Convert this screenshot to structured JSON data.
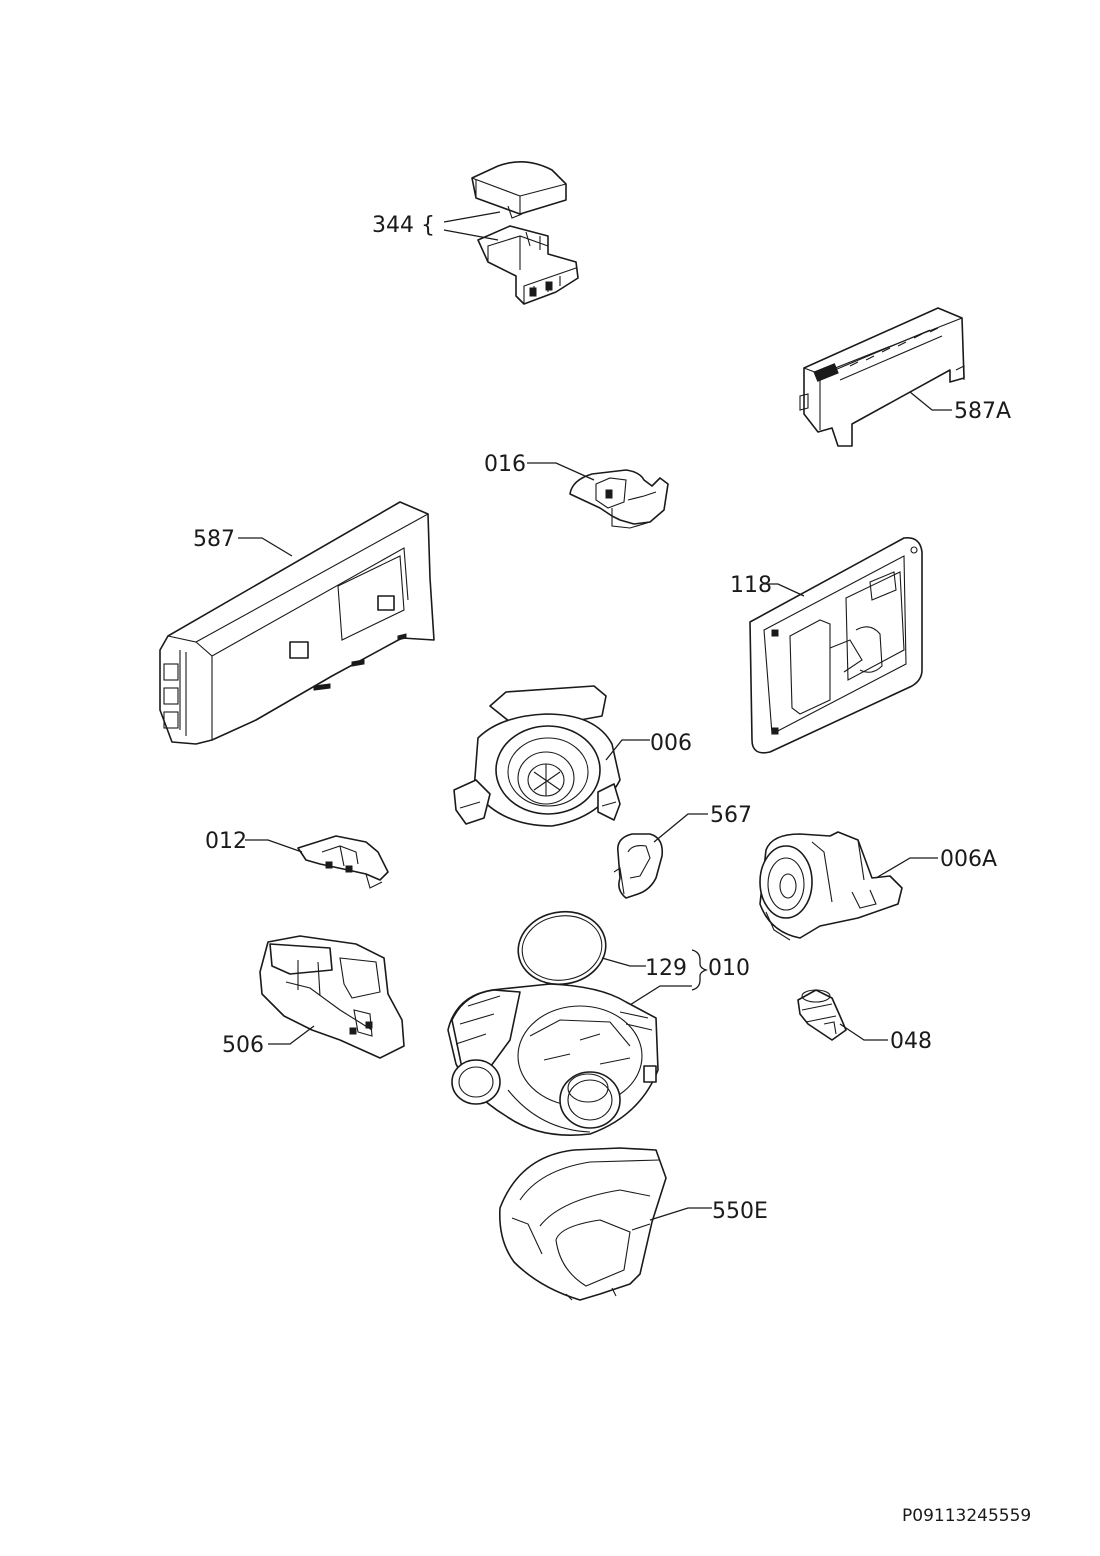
{
  "labels": {
    "p344": "344 {",
    "p587A": "587A",
    "p016": "016",
    "p587": "587",
    "p118": "118",
    "p006": "006",
    "p567": "567",
    "p012": "012",
    "p006A": "006A",
    "p129": "129",
    "p010": "010",
    "p506": "506",
    "p048": "048",
    "p550E": "550E"
  },
  "document_id": "P09113245559"
}
